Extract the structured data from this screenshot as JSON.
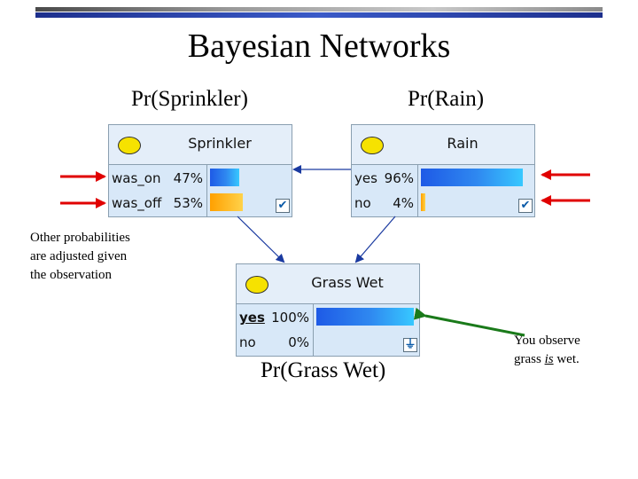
{
  "title": "Bayesian Networks",
  "labels": {
    "sprinkler_prior": "Pr(Sprinkler)",
    "rain_prior": "Pr(Rain)",
    "grass_prior": "Pr(Grass Wet)"
  },
  "notes": {
    "other_line1": "Other probabilities",
    "other_line2": "are adjusted given",
    "other_line3": "the observation",
    "observe_line1": "You observe",
    "observe_pre": "grass ",
    "observe_em": "is",
    "observe_post": " wet."
  },
  "nodes": {
    "sprinkler": {
      "name": "Sprinkler",
      "states": [
        {
          "label": "was_on",
          "pct": "47%",
          "value": 47,
          "color": "blue"
        },
        {
          "label": "was_off",
          "pct": "53%",
          "value": 53,
          "color": "orange"
        }
      ],
      "corner": "✔"
    },
    "rain": {
      "name": "Rain",
      "states": [
        {
          "label": "yes",
          "pct": "96%",
          "value": 96,
          "color": "blue"
        },
        {
          "label": "no",
          "pct": "4%",
          "value": 4,
          "color": "orange"
        }
      ],
      "corner": "✔"
    },
    "grass_wet": {
      "name": "Grass Wet",
      "states": [
        {
          "label": "yes",
          "pct": "100%",
          "value": 100,
          "color": "blue"
        },
        {
          "label": "no",
          "pct": "0%",
          "value": 0,
          "color": "blue"
        }
      ],
      "corner": "⏚"
    }
  },
  "colors": {
    "red_arrow": "#e00000",
    "green_arrow": "#1a7a1a",
    "edge": "#1a3aa0",
    "bar_blue": "#2f88f0",
    "bar_orange": "#ffb400",
    "node_bg": "#d8e8f8"
  }
}
